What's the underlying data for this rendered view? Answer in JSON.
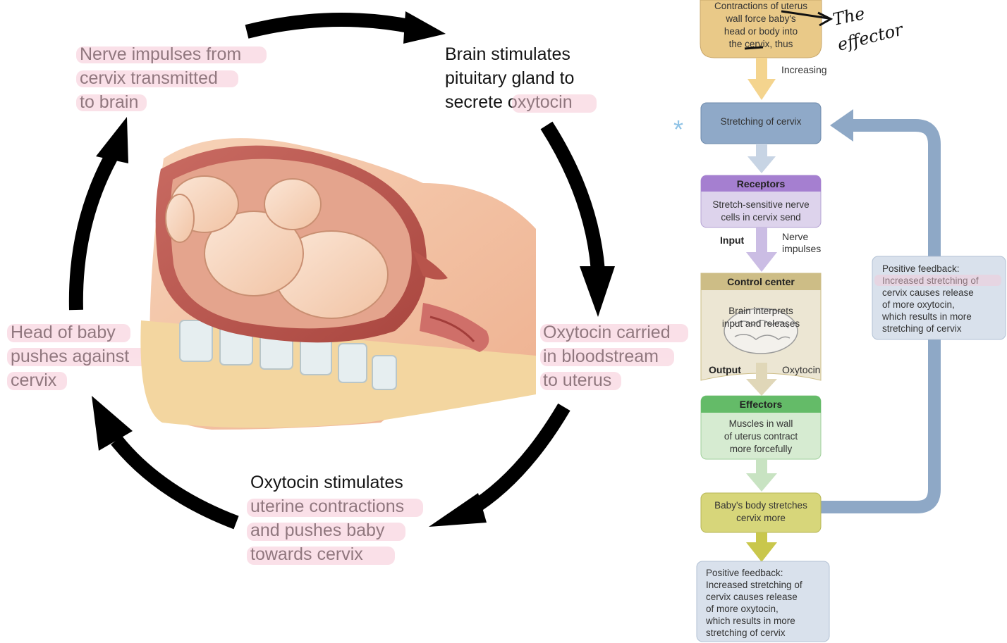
{
  "cycle": {
    "step_nerve": [
      "Nerve impulses from",
      "cervix transmitted",
      "to brain"
    ],
    "step_brain": [
      "Brain stimulates",
      "pituitary gland to",
      "secrete oxytocin"
    ],
    "step_oxy_blood": [
      "Oxytocin carried",
      "in bloodstream",
      "to uterus"
    ],
    "step_contractions": [
      "Oxytocin stimulates",
      "uterine contractions",
      "and pushes baby",
      "towards cervix"
    ],
    "step_head": [
      "Head of baby",
      "pushes against",
      "cervix"
    ]
  },
  "flowchart": {
    "top_box": [
      "Contractions of uterus",
      "wall force baby's",
      "head or body into",
      "the cervix, thus"
    ],
    "increasing_label": "Increasing",
    "stretch_box": "Stretching of cervix",
    "receptors": {
      "title": "Receptors",
      "body": [
        "Stretch-sensitive  nerve",
        "cells in cervix send"
      ]
    },
    "input_label": "Input",
    "input_value": [
      "Nerve",
      "impulses"
    ],
    "control": {
      "title": "Control center",
      "body": [
        "Brain interprets",
        "input and releases"
      ]
    },
    "output_label": "Output",
    "output_value": "Oxytocin",
    "effectors": {
      "title": "Effectors",
      "body": [
        "Muscles in wall",
        "of uterus contract",
        "more forcefully"
      ]
    },
    "baby_box": [
      "Baby's body stretches",
      "cervix more"
    ],
    "feedback_side": [
      "Positive feedback:",
      "Increased stretching of",
      "cervix causes release",
      "of more oxytocin,",
      "which results in more",
      "stretching of cervix"
    ],
    "feedback_bottom": [
      "Positive feedback:",
      "Increased stretching of",
      "cervix causes release",
      "of more oxytocin,",
      "which results in more",
      "stretching of cervix"
    ]
  },
  "annotation": {
    "handwritten": [
      "The",
      "effector"
    ]
  },
  "colors": {
    "highlight": "#f6c8d6",
    "arrow": "#000000",
    "top_box": "#e9c988",
    "stretch_box": "#8fa9c8",
    "receptors_head": "#a57fd0",
    "receptors_body": "#ddd3ec",
    "control_head": "#cdbd86",
    "control_body": "#ece6d3",
    "effectors_head": "#64bb68",
    "effectors_body": "#d6ebd1",
    "baby_box": "#d7d67a",
    "feedback_box": "#d9e1ec",
    "feedback_arrow": "#8ea8c6"
  }
}
